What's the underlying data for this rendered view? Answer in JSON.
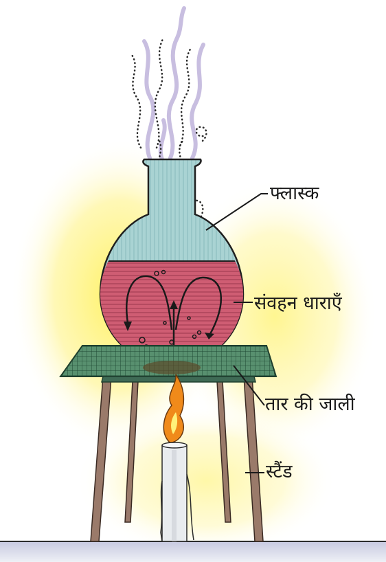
{
  "labels": {
    "flask": "फ्लास्क",
    "convection_currents": "संवहन धाराएँ",
    "wire_gauze": "तार की जाली",
    "stand": "स्टैंड"
  },
  "colors": {
    "liquid": "#cf5d73",
    "flask_glass": "#a9d3d3",
    "gauze": "#3f7a5f",
    "stand_legs": "#9a7a6a",
    "flame": "#f08a1a",
    "candle": "#e9ecef",
    "glow": "#fff15a",
    "vapour": "#b6a9d6"
  }
}
